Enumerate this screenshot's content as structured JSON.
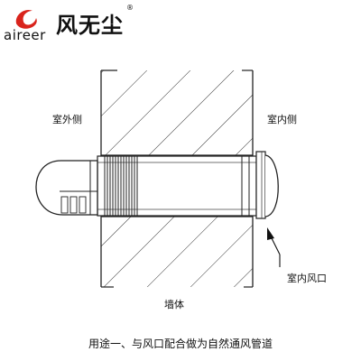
{
  "brand": {
    "english": "aireer",
    "chinese": "风无尘",
    "registered": "®",
    "accent_color": "#d9241c"
  },
  "labels": {
    "outdoor_side": "室外侧",
    "indoor_side": "室内侧",
    "indoor_vent": "室内风口",
    "wall": "墙体"
  },
  "caption": "用途一、与风口配合做为自然通风管道"
}
